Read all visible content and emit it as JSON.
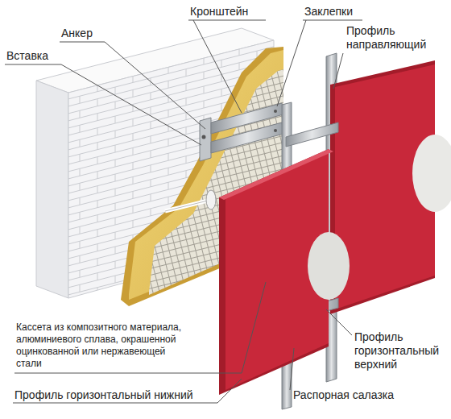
{
  "diagram": {
    "labels": [
      "Кронштейн",
      "Заклепки",
      "Анкер",
      "Профиль направляющий",
      "Вставка",
      "Кассета из композитного материала, алюминиевого сплава, окрашенной оцинкованной или нержавеющей стали",
      "Профиль горизонтальный верхний",
      "Профиль горизонтальный нижний",
      "Распорная салазка"
    ]
  }
}
